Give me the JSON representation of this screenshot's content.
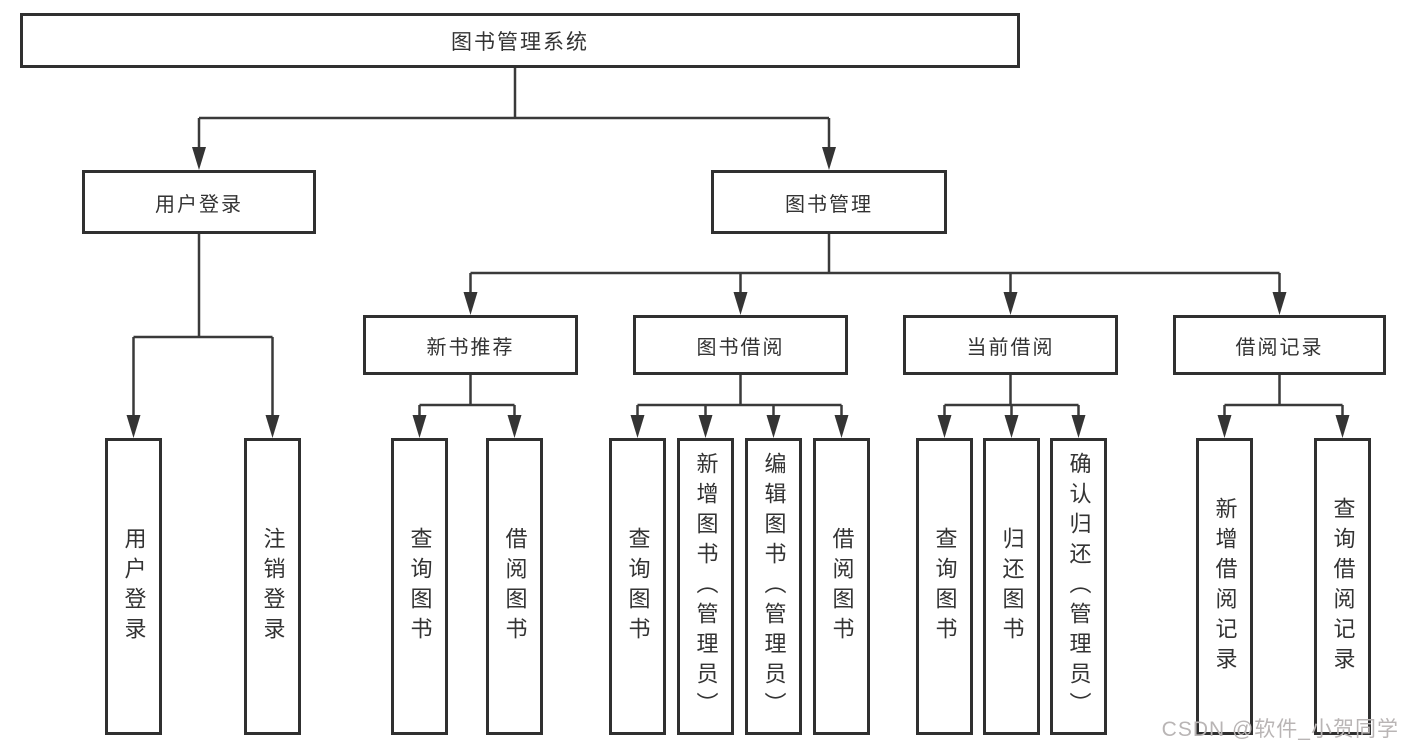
{
  "nodes": {
    "root": "图书管理系统",
    "l2": [
      "用户登录",
      "图书管理"
    ],
    "l3": [
      "新书推荐",
      "图书借阅",
      "当前借阅",
      "借阅记录"
    ],
    "leaves": {
      "login": [
        "用户登录",
        "注销登录"
      ],
      "newbooks": [
        "查询图书",
        "借阅图书"
      ],
      "borrow": [
        "查询图书",
        "新增图书（管理员）",
        "编辑图书（管理员）",
        "借阅图书"
      ],
      "current": [
        "查询图书",
        "归还图书",
        "确认归还（管理员）"
      ],
      "records": [
        "新增借阅记录",
        "查询借阅记录"
      ]
    }
  },
  "watermark": "CSDN @软件_小贺同学",
  "colors": {
    "line": "#3a3a3a",
    "box_border": "#303030",
    "text": "#333333",
    "watermark": "#b9b5b5",
    "background": "#ffffff"
  }
}
